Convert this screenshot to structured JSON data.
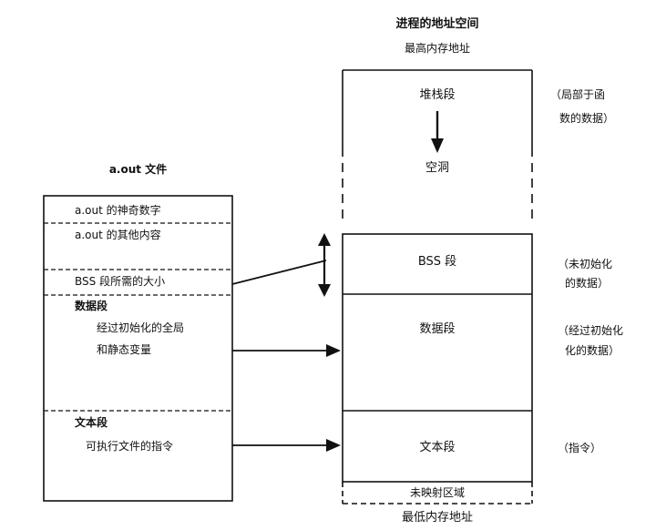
{
  "memory": {
    "title": "进程的地址空间",
    "top_label": "最高内存地址",
    "bottom_label": "最低内存地址",
    "stack": "堆栈段",
    "hole": "空洞",
    "bss": "BSS 段",
    "data": "数据段",
    "text": "文本段",
    "unmapped": "未映射区域"
  },
  "notes": {
    "stack_1": "（局部于函",
    "stack_2": "数的数据）",
    "bss_1": "（未初始化",
    "bss_2": "的数据）",
    "data_1": "（经过初始化",
    "data_2": "化的数据）",
    "text": "（指令）"
  },
  "aout": {
    "title": "a.out 文件",
    "magic": "a.out 的神奇数字",
    "other": "a.out 的其他内容",
    "bss_size": "BSS 段所需的大小",
    "data_title": "数据段",
    "data_desc_1": "经过初始化的全局",
    "data_desc_2": "和静态变量",
    "text_title": "文本段",
    "text_desc": "可执行文件的指令"
  }
}
